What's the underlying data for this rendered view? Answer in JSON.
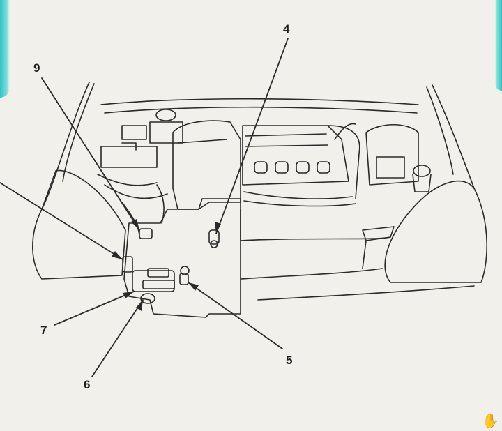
{
  "callouts": [
    {
      "id": "9",
      "label": "9"
    },
    {
      "id": "4",
      "label": "4"
    },
    {
      "id": "7",
      "label": "7"
    },
    {
      "id": "6",
      "label": "6"
    },
    {
      "id": "5",
      "label": "5"
    }
  ],
  "icons": {
    "cursor": "hand-cursor-icon"
  },
  "colors": {
    "line": "#2a2a2a",
    "accent": "#2ec4c4"
  }
}
